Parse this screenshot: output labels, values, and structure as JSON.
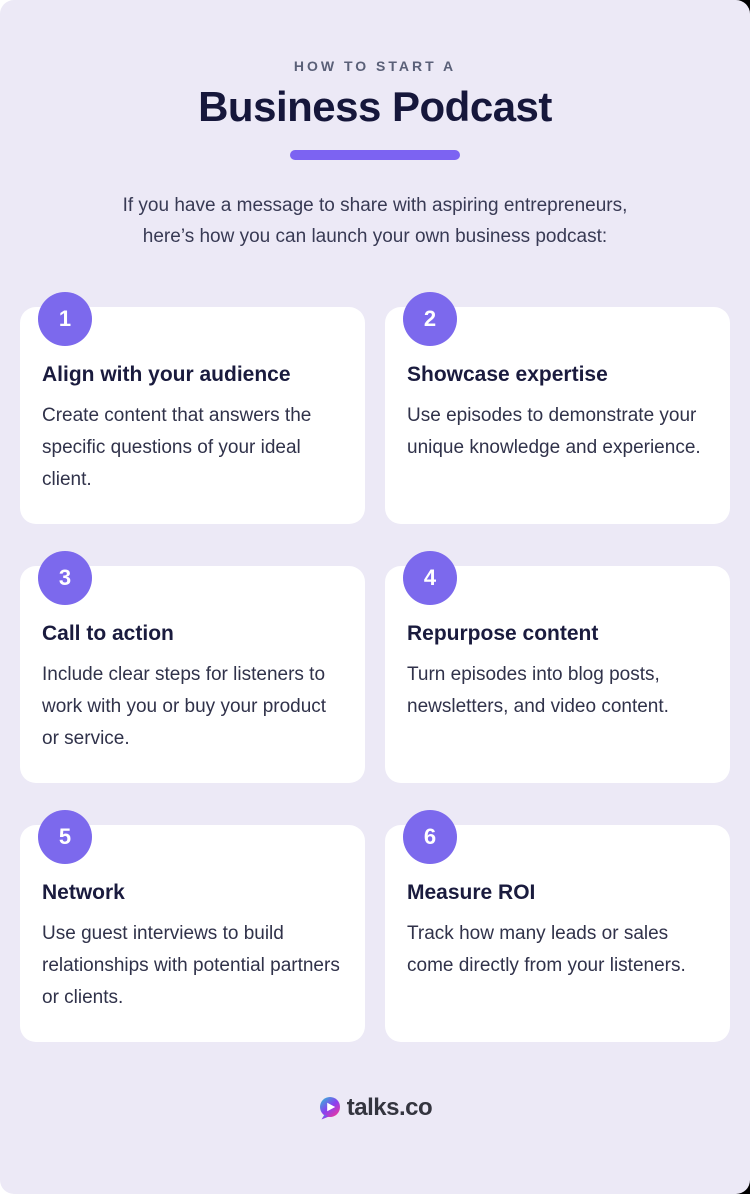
{
  "colors": {
    "page_background": "#ECE9F6",
    "card_background": "#FFFFFF",
    "accent_bar": "#7C63F2",
    "badge": "#7C69ED",
    "heading_text": "#16173B",
    "body_text": "#30324A",
    "kicker_text": "#5A6078",
    "logo_gradient": [
      "#29C3D4",
      "#8A3FF0",
      "#F0369B"
    ]
  },
  "header": {
    "kicker": "HOW TO START A",
    "title": "Business Podcast",
    "intro_line1": "If you have a message to share with aspiring entrepreneurs,",
    "intro_line2": "here’s how you can launch your own business podcast:"
  },
  "cards": [
    {
      "number": "1",
      "title": "Align with your audience",
      "body": "Create content that answers the specific questions of your ideal client."
    },
    {
      "number": "2",
      "title": "Showcase expertise",
      "body": "Use episodes to demonstrate your unique knowledge and experience."
    },
    {
      "number": "3",
      "title": "Call to action",
      "body": "Include clear steps for listeners to work with you or buy your product or service."
    },
    {
      "number": "4",
      "title": "Repurpose content",
      "body": "Turn episodes into blog posts, newsletters, and video content."
    },
    {
      "number": "5",
      "title": "Network",
      "body": "Use guest interviews to build relationships with potential partners or clients."
    },
    {
      "number": "6",
      "title": "Measure ROI",
      "body": "Track how many leads or sales come directly from your listeners."
    }
  ],
  "footer": {
    "logo_text": "talks.co"
  }
}
